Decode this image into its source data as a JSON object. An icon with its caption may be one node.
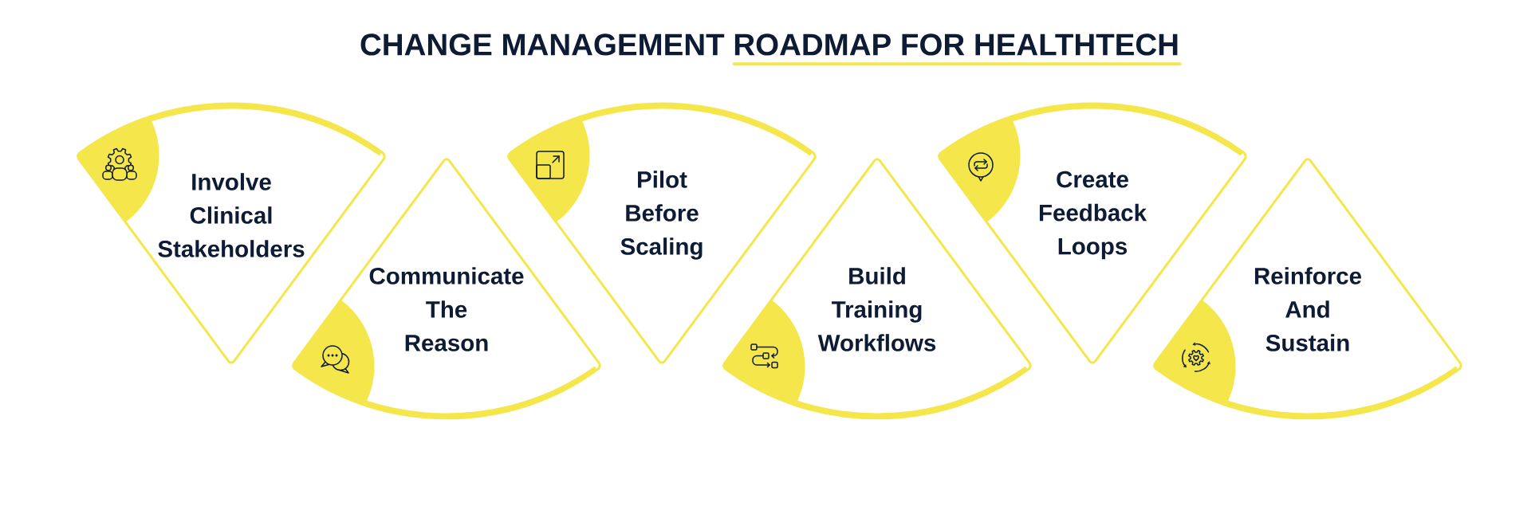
{
  "diagram": {
    "title": "CHANGE MANAGEMENT ROADMAP FOR HEALTHTECH",
    "nodes": [
      {
        "text": [
          "Involve Clinical Stakeholders"
        ]
      },
      {
        "text": [
          "Communicate The Reason"
        ]
      },
      {
        "text": [
          "Pilot Before Scaling"
        ]
      },
      {
        "text": [
          "Build Training Workflows"
        ]
      },
      {
        "text": [
          "Create Feedback Loops"
        ]
      },
      {
        "text": [
          "Reinforce And Sustain"
        ]
      }
    ]
  }
}
